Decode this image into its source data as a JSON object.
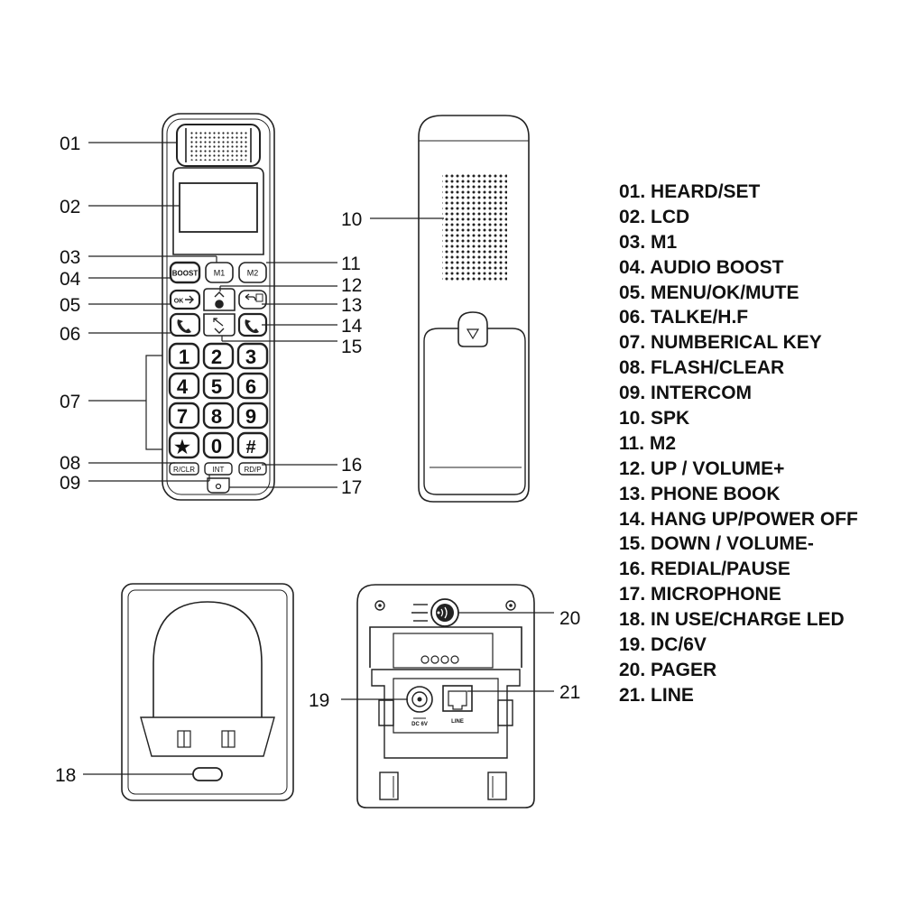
{
  "callouts": {
    "c01": "01",
    "c02": "02",
    "c03": "03",
    "c04": "04",
    "c05": "05",
    "c06": "06",
    "c07": "07",
    "c08": "08",
    "c09": "09",
    "c10": "10",
    "c11": "11",
    "c12": "12",
    "c13": "13",
    "c14": "14",
    "c15": "15",
    "c16": "16",
    "c17": "17",
    "c18": "18",
    "c19": "19",
    "c20": "20",
    "c21": "21"
  },
  "handset": {
    "boost": "BOOST",
    "m1": "M1",
    "m2": "M2",
    "ok": "OK",
    "rclr": "R/CLR",
    "int": "INT",
    "rdp": "RD/P",
    "keys": [
      "1",
      "2",
      "3",
      "4",
      "5",
      "6",
      "7",
      "8",
      "9",
      "★",
      "0",
      "#"
    ]
  },
  "base_back": {
    "dc_label": "DC 6V",
    "line_label": "LINE"
  },
  "legend": [
    "01. HEARD/SET",
    "02. LCD",
    "03. M1",
    "04. AUDIO BOOST",
    "05. MENU/OK/MUTE",
    "06. TALKE/H.F",
    "07. NUMBERICAL KEY",
    "08. FLASH/CLEAR",
    "09. INTERCOM",
    "10. SPK",
    "11. M2",
    "12. UP / VOLUME+",
    "13. PHONE BOOK",
    "14. HANG UP/POWER OFF",
    "15. DOWN / VOLUME-",
    "16. REDIAL/PAUSE",
    "17. MICROPHONE",
    "18. IN USE/CHARGE LED",
    "19. DC/6V",
    "20. PAGER",
    "21. LINE"
  ]
}
